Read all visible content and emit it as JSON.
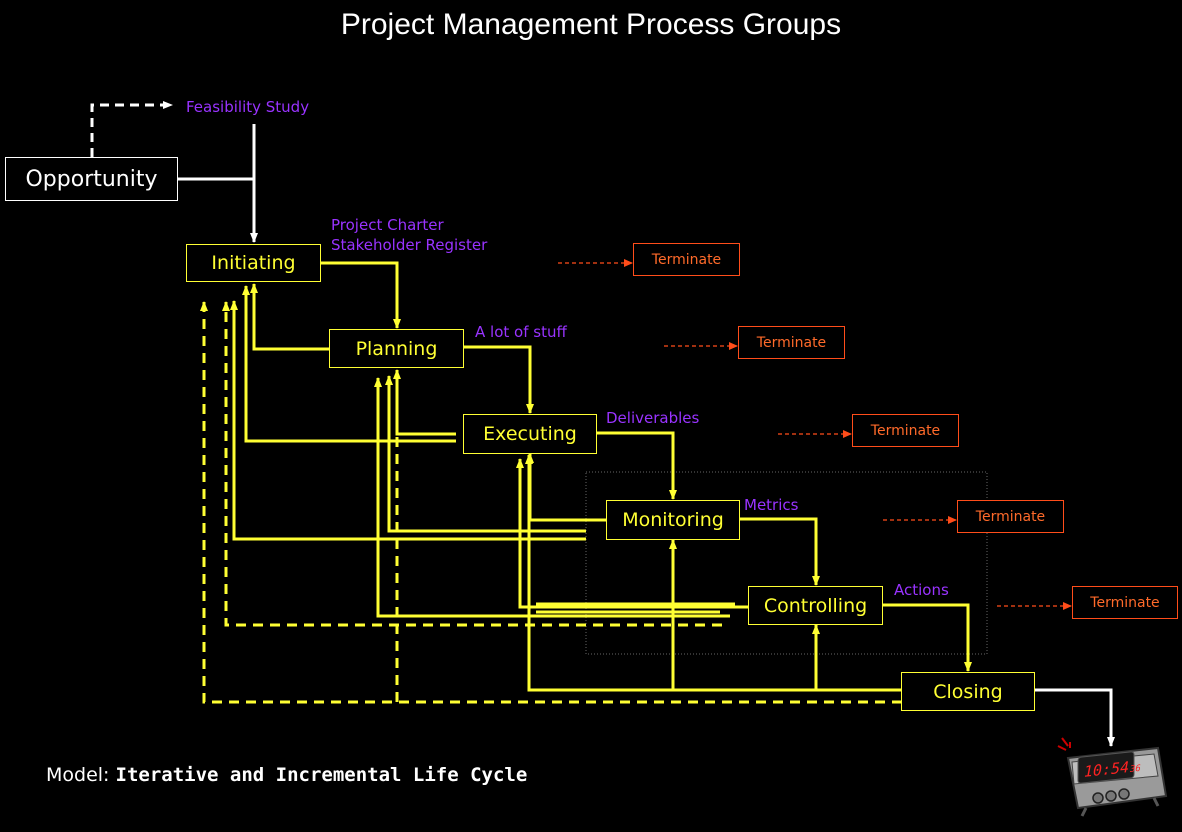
{
  "title": "Project Management Process Groups",
  "nodes": {
    "opportunity": "Opportunity",
    "initiating": "Initiating",
    "planning": "Planning",
    "executing": "Executing",
    "monitoring": "Monitoring",
    "controlling": "Controlling",
    "closing": "Closing"
  },
  "terminate_label": "Terminate",
  "terminate_boxes": [
    "Terminate",
    "Terminate",
    "Terminate",
    "Terminate",
    "Terminate"
  ],
  "labels": {
    "feasibility": "Feasibility Study",
    "charter": "Project Charter",
    "stakeholder": "Stakeholder Register",
    "stuff": "A lot of stuff",
    "deliverables": "Deliverables",
    "metrics": "Metrics",
    "actions": "Actions"
  },
  "footer": {
    "prefix": "Model:",
    "model": "Iterative and Incremental Life Cycle"
  },
  "clock": {
    "time": "10:54",
    "seconds": "36"
  },
  "colors": {
    "background": "#000000",
    "flow": "#ffff33",
    "label": "#9933ff",
    "terminate": "#ff4d1a",
    "white": "#ffffff"
  }
}
